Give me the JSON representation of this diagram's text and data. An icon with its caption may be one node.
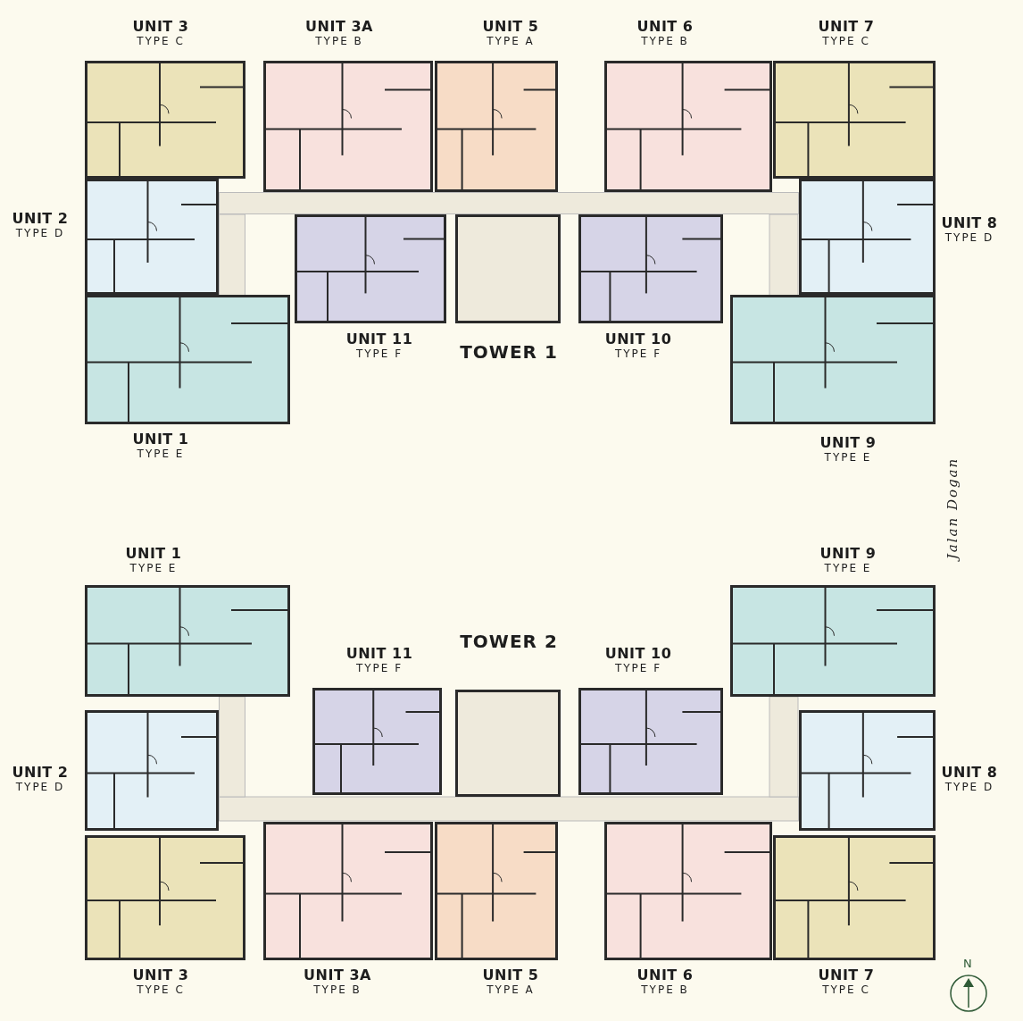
{
  "diagram": {
    "nodes": [
      {
        "text": [
          "UNIT 3",
          "TYPE C"
        ]
      },
      {
        "text": [
          "UNIT 3A",
          "TYPE B"
        ]
      },
      {
        "text": [
          "UNIT 5",
          "TYPE A"
        ]
      },
      {
        "text": [
          "UNIT 6",
          "TYPE B"
        ]
      },
      {
        "text": [
          "UNIT 7",
          "TYPE C"
        ]
      },
      {
        "text": [
          "UNIT 2",
          "TYPE D"
        ]
      },
      {
        "text": [
          "UNIT 8",
          "TYPE D"
        ]
      },
      {
        "text": [
          "UNIT 11",
          "TYPE F"
        ]
      },
      {
        "text": [
          "UNIT 10",
          "TYPE F"
        ]
      },
      {
        "text": [
          "UNIT 1",
          "TYPE E"
        ]
      },
      {
        "text": [
          "UNIT 9",
          "TYPE E"
        ]
      },
      {
        "text": [
          "UNIT 1",
          "TYPE E"
        ]
      },
      {
        "text": [
          "UNIT 9",
          "TYPE E"
        ]
      },
      {
        "text": [
          "UNIT 11",
          "TYPE F"
        ]
      },
      {
        "text": [
          "UNIT 10",
          "TYPE F"
        ]
      },
      {
        "text": [
          "UNIT 2",
          "TYPE D"
        ]
      },
      {
        "text": [
          "UNIT 8",
          "TYPE D"
        ]
      },
      {
        "text": [
          "UNIT 3",
          "TYPE C"
        ]
      },
      {
        "text": [
          "UNIT 3A",
          "TYPE B"
        ]
      },
      {
        "text": [
          "UNIT 5",
          "TYPE A"
        ]
      },
      {
        "text": [
          "UNIT 6",
          "TYPE B"
        ]
      },
      {
        "text": [
          "UNIT 7",
          "TYPE C"
        ]
      }
    ],
    "labels": [
      "TOWER 1",
      "Jalan Dogan",
      "TOWER 2",
      "N"
    ]
  }
}
